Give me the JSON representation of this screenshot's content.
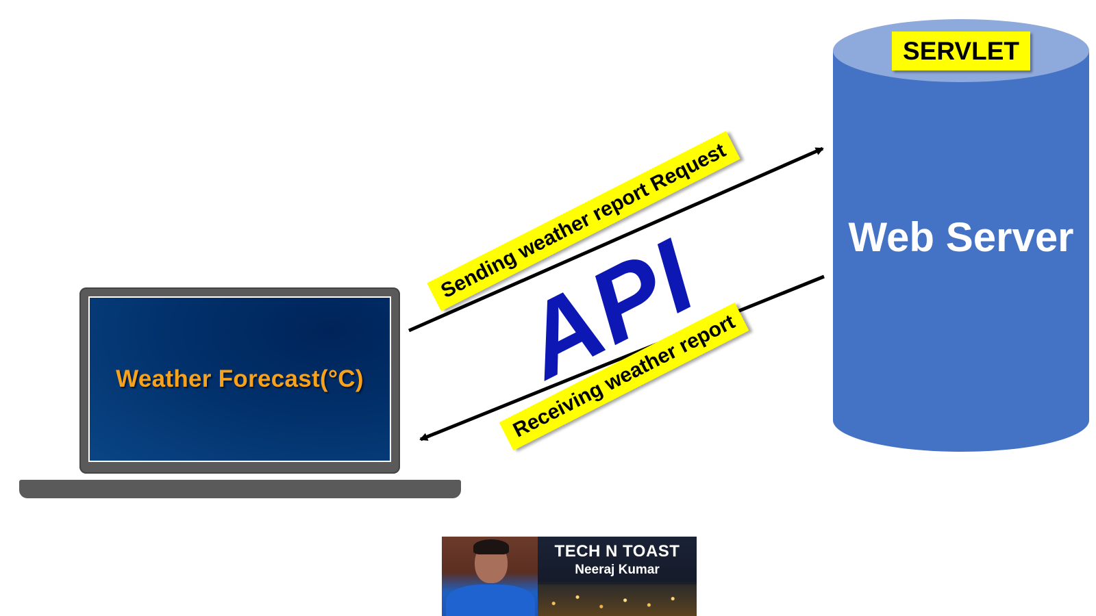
{
  "laptop": {
    "screen_text": "Weather Forecast(°C)"
  },
  "server": {
    "label": "Web Server",
    "tag": "SERVLET"
  },
  "flows": {
    "request_label": "Sending weather report Request",
    "response_label": "Receiving weather report",
    "center_label": "API"
  },
  "banner": {
    "title": "TECH N TOAST",
    "subtitle": "Neeraj Kumar"
  },
  "colors": {
    "server_body": "#4472c4",
    "server_top": "#8ea9db",
    "tag_yellow": "#ffff00",
    "api_text": "#0d17b4",
    "screen_text": "#f7a21c"
  }
}
